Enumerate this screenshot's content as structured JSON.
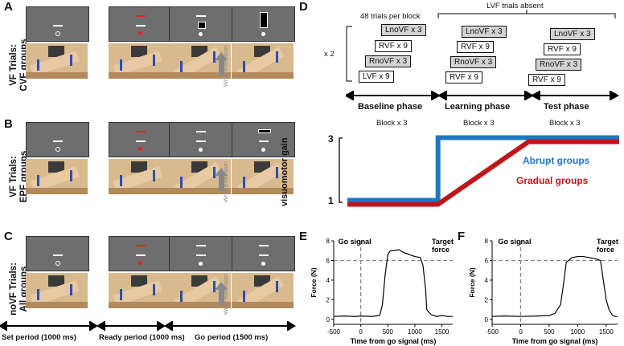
{
  "panels": {
    "A": "A",
    "B": "B",
    "C": "C",
    "D": "D",
    "E": "E",
    "F": "F"
  },
  "rows": {
    "A": {
      "line1": "VF Trials:",
      "line2": "CVF groups"
    },
    "B": {
      "line1": "VF Trials:",
      "line2": "EPF groups"
    },
    "C": {
      "line1": "noVF Trials:",
      "line2": "All groups"
    }
  },
  "wrist_label": "Wrist extension",
  "periods": {
    "set": "Set period (1000 ms)",
    "ready": "Ready period (1000 ms)",
    "go": "Go period (1500 ms)"
  },
  "panel_d": {
    "trials_per_block": "48 trials per block",
    "lvf_absent": "LVF trials absent",
    "x2": "x 2",
    "baseline_boxes": [
      "LnoVF x 3",
      "RVF x 9",
      "RnoVF x 3",
      "LVF x 9"
    ],
    "learning_boxes": [
      "LnoVF x 3",
      "RVF x 9",
      "RnoVF x 3",
      "RVF x 9"
    ],
    "test_boxes": [
      "LnoVF x 3",
      "RVF x 9",
      "RnoVF x 3",
      "RVF x 9"
    ],
    "phases": [
      "Baseline phase",
      "Learning phase",
      "Test phase"
    ],
    "blocks": [
      "Block x 3",
      "Block x 3",
      "Block x 3"
    ],
    "gain_axis": "visuomotor gain",
    "gain_ticks": [
      "3",
      "1"
    ],
    "abrupt": "Abrupt groups",
    "gradual": "Gradual groups",
    "colors": {
      "abrupt": "#1f77c4",
      "gradual": "#c0161b"
    }
  },
  "panel_e": {
    "go_signal": "Go signal",
    "target": "Target",
    "force": "force",
    "ylabel": "Force (N)",
    "xlabel": "Time from go signal (ms)",
    "yticks": [
      "0",
      "2",
      "4",
      "6",
      "8"
    ],
    "xticks": [
      "-500",
      "0",
      "500",
      "1000",
      "1500"
    ]
  },
  "panel_f": {
    "go_signal": "Go signal",
    "target": "Target",
    "force": "force",
    "ylabel": "Force (N)",
    "xlabel": "Time from go signal (ms)",
    "yticks": [
      "0",
      "2",
      "4",
      "6",
      "8"
    ],
    "xticks": [
      "-500",
      "0",
      "500",
      "1000",
      "1500"
    ]
  },
  "chart_data": [
    {
      "type": "line",
      "panel": "E",
      "xlabel": "Time from go signal (ms)",
      "ylabel": "Force (N)",
      "xlim": [
        -500,
        1700
      ],
      "ylim": [
        -0.5,
        8
      ],
      "target_force": 6,
      "go_time": 0,
      "x": [
        -500,
        -300,
        -100,
        0,
        200,
        350,
        400,
        450,
        500,
        550,
        600,
        700,
        800,
        900,
        1000,
        1100,
        1150,
        1200,
        1220,
        1250,
        1300,
        1400,
        1500,
        1600,
        1700
      ],
      "y": [
        0.3,
        0.35,
        0.3,
        0.35,
        0.3,
        0.4,
        1.5,
        4.5,
        6.6,
        7.0,
        7.0,
        7.1,
        6.8,
        6.6,
        6.4,
        6.3,
        5.5,
        3.0,
        1.0,
        0.8,
        0.5,
        0.3,
        0.4,
        0.3,
        0.3
      ]
    },
    {
      "type": "line",
      "panel": "F",
      "xlabel": "Time from go signal (ms)",
      "ylabel": "Force (N)",
      "xlim": [
        -500,
        1700
      ],
      "ylim": [
        -0.5,
        8
      ],
      "target_force": 6,
      "go_time": 0,
      "x": [
        -500,
        -300,
        0,
        300,
        500,
        600,
        700,
        750,
        800,
        900,
        1000,
        1100,
        1200,
        1300,
        1400,
        1450,
        1500,
        1550,
        1600,
        1650,
        1700
      ],
      "y": [
        0.3,
        0.35,
        0.3,
        0.35,
        0.4,
        0.6,
        1.5,
        3.5,
        5.8,
        6.3,
        6.4,
        6.4,
        6.3,
        6.2,
        6.0,
        4.0,
        2.0,
        1.0,
        0.5,
        0.3,
        0.3
      ]
    },
    {
      "type": "line",
      "panel": "D",
      "ylabel": "visuomotor gain",
      "series": [
        {
          "name": "Abrupt groups",
          "x": [
            0,
            1,
            1,
            3
          ],
          "y": [
            1,
            1,
            3,
            3
          ]
        },
        {
          "name": "Gradual groups",
          "x": [
            0,
            1,
            2,
            3
          ],
          "y": [
            1,
            1,
            3,
            3
          ]
        }
      ],
      "categories": [
        "Baseline phase",
        "Learning phase",
        "Test phase"
      ],
      "ylim": [
        1,
        3
      ]
    }
  ]
}
